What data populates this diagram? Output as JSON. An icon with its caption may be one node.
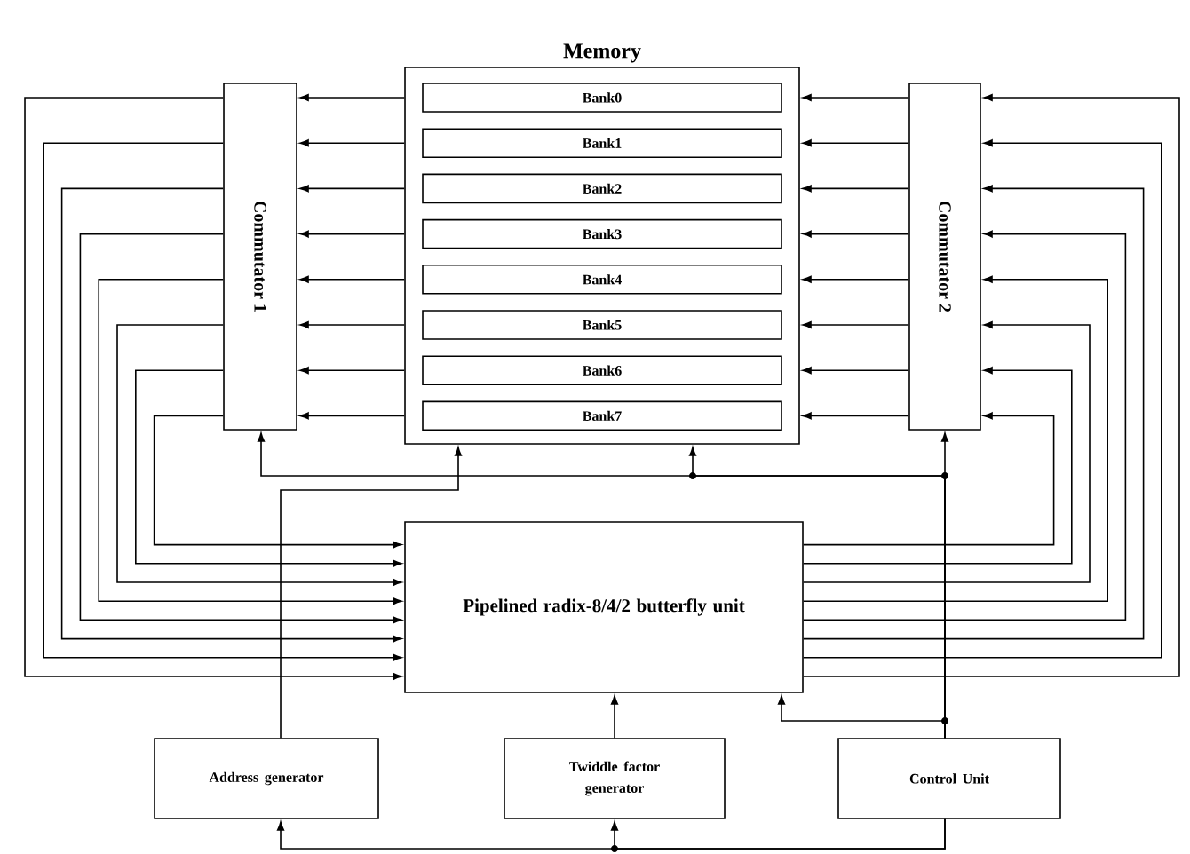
{
  "diagram": {
    "nodes": [
      {
        "text": [
          "Memory"
        ]
      },
      {
        "text": [
          "Bank0"
        ],
        "in": 0
      },
      {
        "text": [
          "Bank1"
        ],
        "in": 0
      },
      {
        "text": [
          "Bank2"
        ],
        "in": 0
      },
      {
        "text": [
          "Bank3"
        ],
        "in": 0
      },
      {
        "text": [
          "Bank4"
        ],
        "in": 0
      },
      {
        "text": [
          "Bank5"
        ],
        "in": 0
      },
      {
        "text": [
          "Bank6"
        ],
        "in": 0
      },
      {
        "text": [
          "Bank7"
        ],
        "in": 0
      },
      {
        "text": [
          "Commutator 1"
        ]
      },
      {
        "text": [
          "Commutator 2"
        ]
      },
      {
        "text": [
          "Pipelined radix-8/4/2 butterfly unit"
        ]
      },
      {
        "text": [
          "Address generator"
        ]
      },
      {
        "text": [
          "Twiddle factor generator"
        ]
      },
      {
        "text": [
          "Control Unit"
        ]
      }
    ],
    "edges": [
      {
        "from": 0,
        "to": 9,
        "arrow": "to"
      },
      {
        "from": 0,
        "to": 9,
        "arrow": "to"
      },
      {
        "from": 0,
        "to": 9,
        "arrow": "to"
      },
      {
        "from": 0,
        "to": 9,
        "arrow": "to"
      },
      {
        "from": 0,
        "to": 9,
        "arrow": "to"
      },
      {
        "from": 0,
        "to": 9,
        "arrow": "to"
      },
      {
        "from": 0,
        "to": 9,
        "arrow": "to"
      },
      {
        "from": 0,
        "to": 9,
        "arrow": "to"
      },
      {
        "from": 10,
        "to": 0,
        "arrow": "to"
      },
      {
        "from": 10,
        "to": 0,
        "arrow": "to"
      },
      {
        "from": 10,
        "to": 0,
        "arrow": "to"
      },
      {
        "from": 10,
        "to": 0,
        "arrow": "to"
      },
      {
        "from": 10,
        "to": 0,
        "arrow": "to"
      },
      {
        "from": 10,
        "to": 0,
        "arrow": "to"
      },
      {
        "from": 10,
        "to": 0,
        "arrow": "to"
      },
      {
        "from": 10,
        "to": 0,
        "arrow": "to"
      },
      {
        "from": 9,
        "to": 11,
        "arrow": "to"
      },
      {
        "from": 9,
        "to": 11,
        "arrow": "to"
      },
      {
        "from": 9,
        "to": 11,
        "arrow": "to"
      },
      {
        "from": 9,
        "to": 11,
        "arrow": "to"
      },
      {
        "from": 9,
        "to": 11,
        "arrow": "to"
      },
      {
        "from": 9,
        "to": 11,
        "arrow": "to"
      },
      {
        "from": 9,
        "to": 11,
        "arrow": "to"
      },
      {
        "from": 9,
        "to": 11,
        "arrow": "to"
      },
      {
        "from": 11,
        "to": 10,
        "arrow": "to"
      },
      {
        "from": 11,
        "to": 10,
        "arrow": "to"
      },
      {
        "from": 11,
        "to": 10,
        "arrow": "to"
      },
      {
        "from": 11,
        "to": 10,
        "arrow": "to"
      },
      {
        "from": 11,
        "to": 10,
        "arrow": "to"
      },
      {
        "from": 11,
        "to": 10,
        "arrow": "to"
      },
      {
        "from": 11,
        "to": 10,
        "arrow": "to"
      },
      {
        "from": 11,
        "to": 10,
        "arrow": "to"
      },
      {
        "from": 12,
        "to": 0,
        "arrow": "to"
      },
      {
        "from": 14,
        "to": 9,
        "arrow": "to"
      },
      {
        "from": 14,
        "to": 0,
        "arrow": "to"
      },
      {
        "from": 14,
        "to": 10,
        "arrow": "to"
      },
      {
        "from": 14,
        "to": 11,
        "arrow": "to"
      },
      {
        "from": 13,
        "to": 11,
        "arrow": "to"
      },
      {
        "from": 14,
        "to": 12,
        "arrow": "to"
      },
      {
        "from": 14,
        "to": 13,
        "arrow": "to"
      }
    ]
  }
}
